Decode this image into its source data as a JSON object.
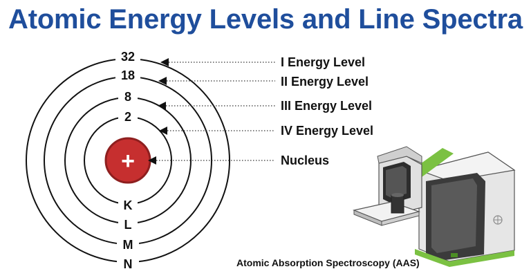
{
  "title": "Atomic Energy Levels and Line Spectra",
  "diagram": {
    "shell_capacities": [
      "32",
      "18",
      "8",
      "2"
    ],
    "shell_letters": [
      "K",
      "L",
      "M",
      "N"
    ],
    "nucleus_symbol": "+",
    "level_labels": [
      "I Energy Level",
      "II Energy Level",
      "III Energy Level",
      "IV Energy Level",
      "Nucleus"
    ]
  },
  "caption": "Atomic Absorption Spectroscopy (AAS)",
  "colors": {
    "title": "#1f4e9c",
    "nucleus": "#c62f2f",
    "accent_green": "#7bc142"
  },
  "icons": [
    "nucleus-icon",
    "spectrometer-icon"
  ]
}
